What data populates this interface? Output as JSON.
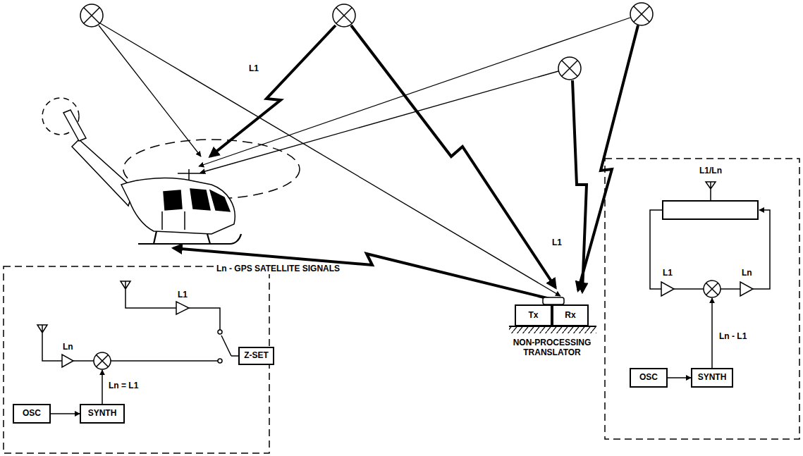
{
  "diagram": {
    "nodes": [
      {
        "text": [
          "Tx"
        ]
      },
      {
        "text": [
          "Rx"
        ]
      },
      {
        "text": [
          "OSC"
        ]
      },
      {
        "text": [
          "SYNTH"
        ]
      },
      {
        "text": [
          "Z-SET"
        ]
      },
      {
        "text": [
          "OSC"
        ]
      },
      {
        "text": [
          "SYNTH"
        ]
      }
    ],
    "edges": [
      {
        "from": 2,
        "to": 3,
        "arrow": "to"
      },
      {
        "from": 5,
        "to": 6,
        "arrow": "to"
      }
    ],
    "labels": [
      "L1",
      "L1",
      "Ln - GPS SATELLITE SIGNALS",
      "NON-PROCESSING TRANSLATOR",
      "L1/Ln",
      "L1",
      "Ln",
      "Ln - L1",
      "L1",
      "Ln",
      "Ln = L1"
    ]
  }
}
